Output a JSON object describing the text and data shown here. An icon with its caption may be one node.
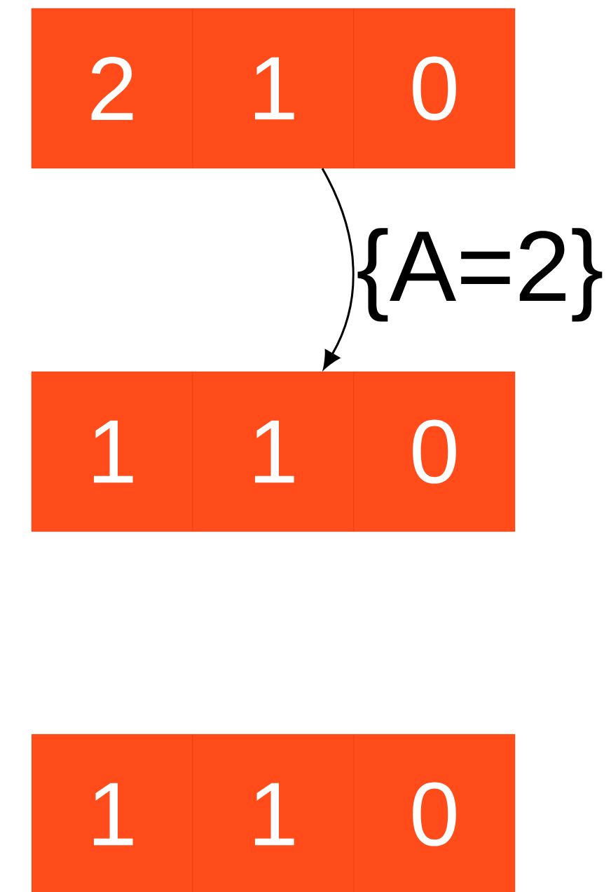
{
  "diagram": {
    "nodes": [
      {
        "text": [
          "2"
        ]
      },
      {
        "text": [
          "1"
        ]
      },
      {
        "text": [
          "0"
        ]
      },
      {
        "text": [
          "1"
        ]
      },
      {
        "text": [
          "1"
        ]
      },
      {
        "text": [
          "0"
        ]
      },
      {
        "text": [
          "1"
        ]
      },
      {
        "text": [
          "1"
        ]
      },
      {
        "text": [
          "0"
        ]
      }
    ],
    "edges": [
      {
        "from": 1,
        "to": 4,
        "arrow": "to",
        "label": "{A=2}"
      }
    ]
  }
}
